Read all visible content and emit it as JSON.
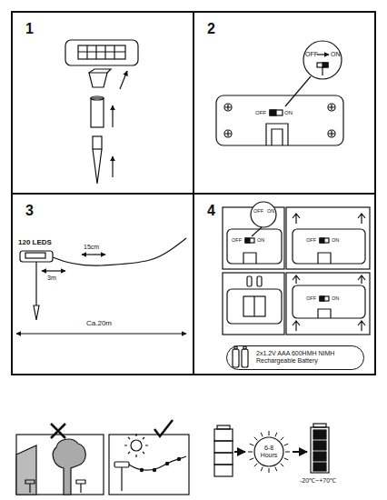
{
  "diagram": {
    "nodes": [
      {
        "text": [
          "1"
        ]
      },
      {
        "text": [
          "2"
        ]
      },
      {
        "text": [
          "3"
        ]
      },
      {
        "text": [
          "4"
        ]
      },
      {
        "text": [
          "2x1.2V AAA 600HMH NIMH Rechargeable Battery"
        ],
        "in": 3
      },
      {
        "text": [
          "6-8 Hours"
        ]
      }
    ],
    "labels": [
      "OFF",
      "ON",
      "OFF",
      "ON",
      "120 LEDS",
      "15cm",
      "3m",
      "Ca.20m",
      "OFF",
      "ON",
      "OFF",
      "ON",
      "OFF",
      "ON",
      "OFF",
      "ON",
      "-20℃~+70℃"
    ]
  }
}
